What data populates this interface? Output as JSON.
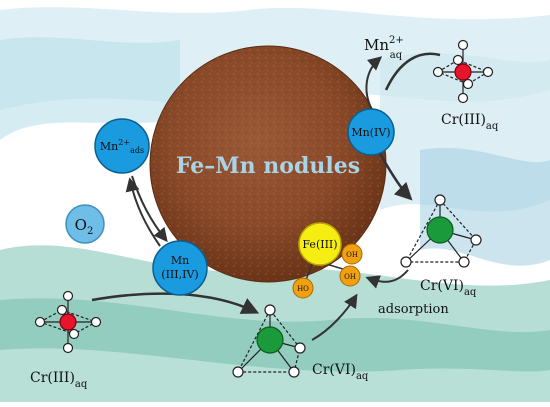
{
  "title": "Fe–Mn nodules",
  "nodes": {
    "mn_ads": {
      "main": "Mn",
      "sup": "2+",
      "sub": "ads"
    },
    "mn_iv": "Mn(IV)",
    "mn_mixed": {
      "line1": "Mn",
      "line2": "(III,IV)"
    },
    "fe_iii": "Fe(III)",
    "o2": {
      "main": "O",
      "sub": "2"
    },
    "oh1": "OH",
    "oh2": "OH",
    "oh3": "HO"
  },
  "labels": {
    "mn_aq": {
      "main": "Mn",
      "sup": "2+",
      "sub": "aq"
    },
    "cr3_top": {
      "main": "Cr(III)",
      "sub": "aq"
    },
    "cr3_bottom": {
      "main": "Cr(III)",
      "sub": "aq"
    },
    "cr6_right": {
      "main": "Cr(VI)",
      "sub": "aq"
    },
    "cr6_bottom": {
      "main": "Cr(VI)",
      "sub": "aq"
    },
    "adsorption": "adsorption"
  },
  "colors": {
    "nodule": "#8a4a2a",
    "mn_blue": "#1a9be0",
    "fe_yellow": "#f6ee12",
    "oh_orange": "#f0a010",
    "cr3_red": "#e8152a",
    "cr6_green": "#1a9a3a",
    "title_text": "#a9d4e8"
  }
}
